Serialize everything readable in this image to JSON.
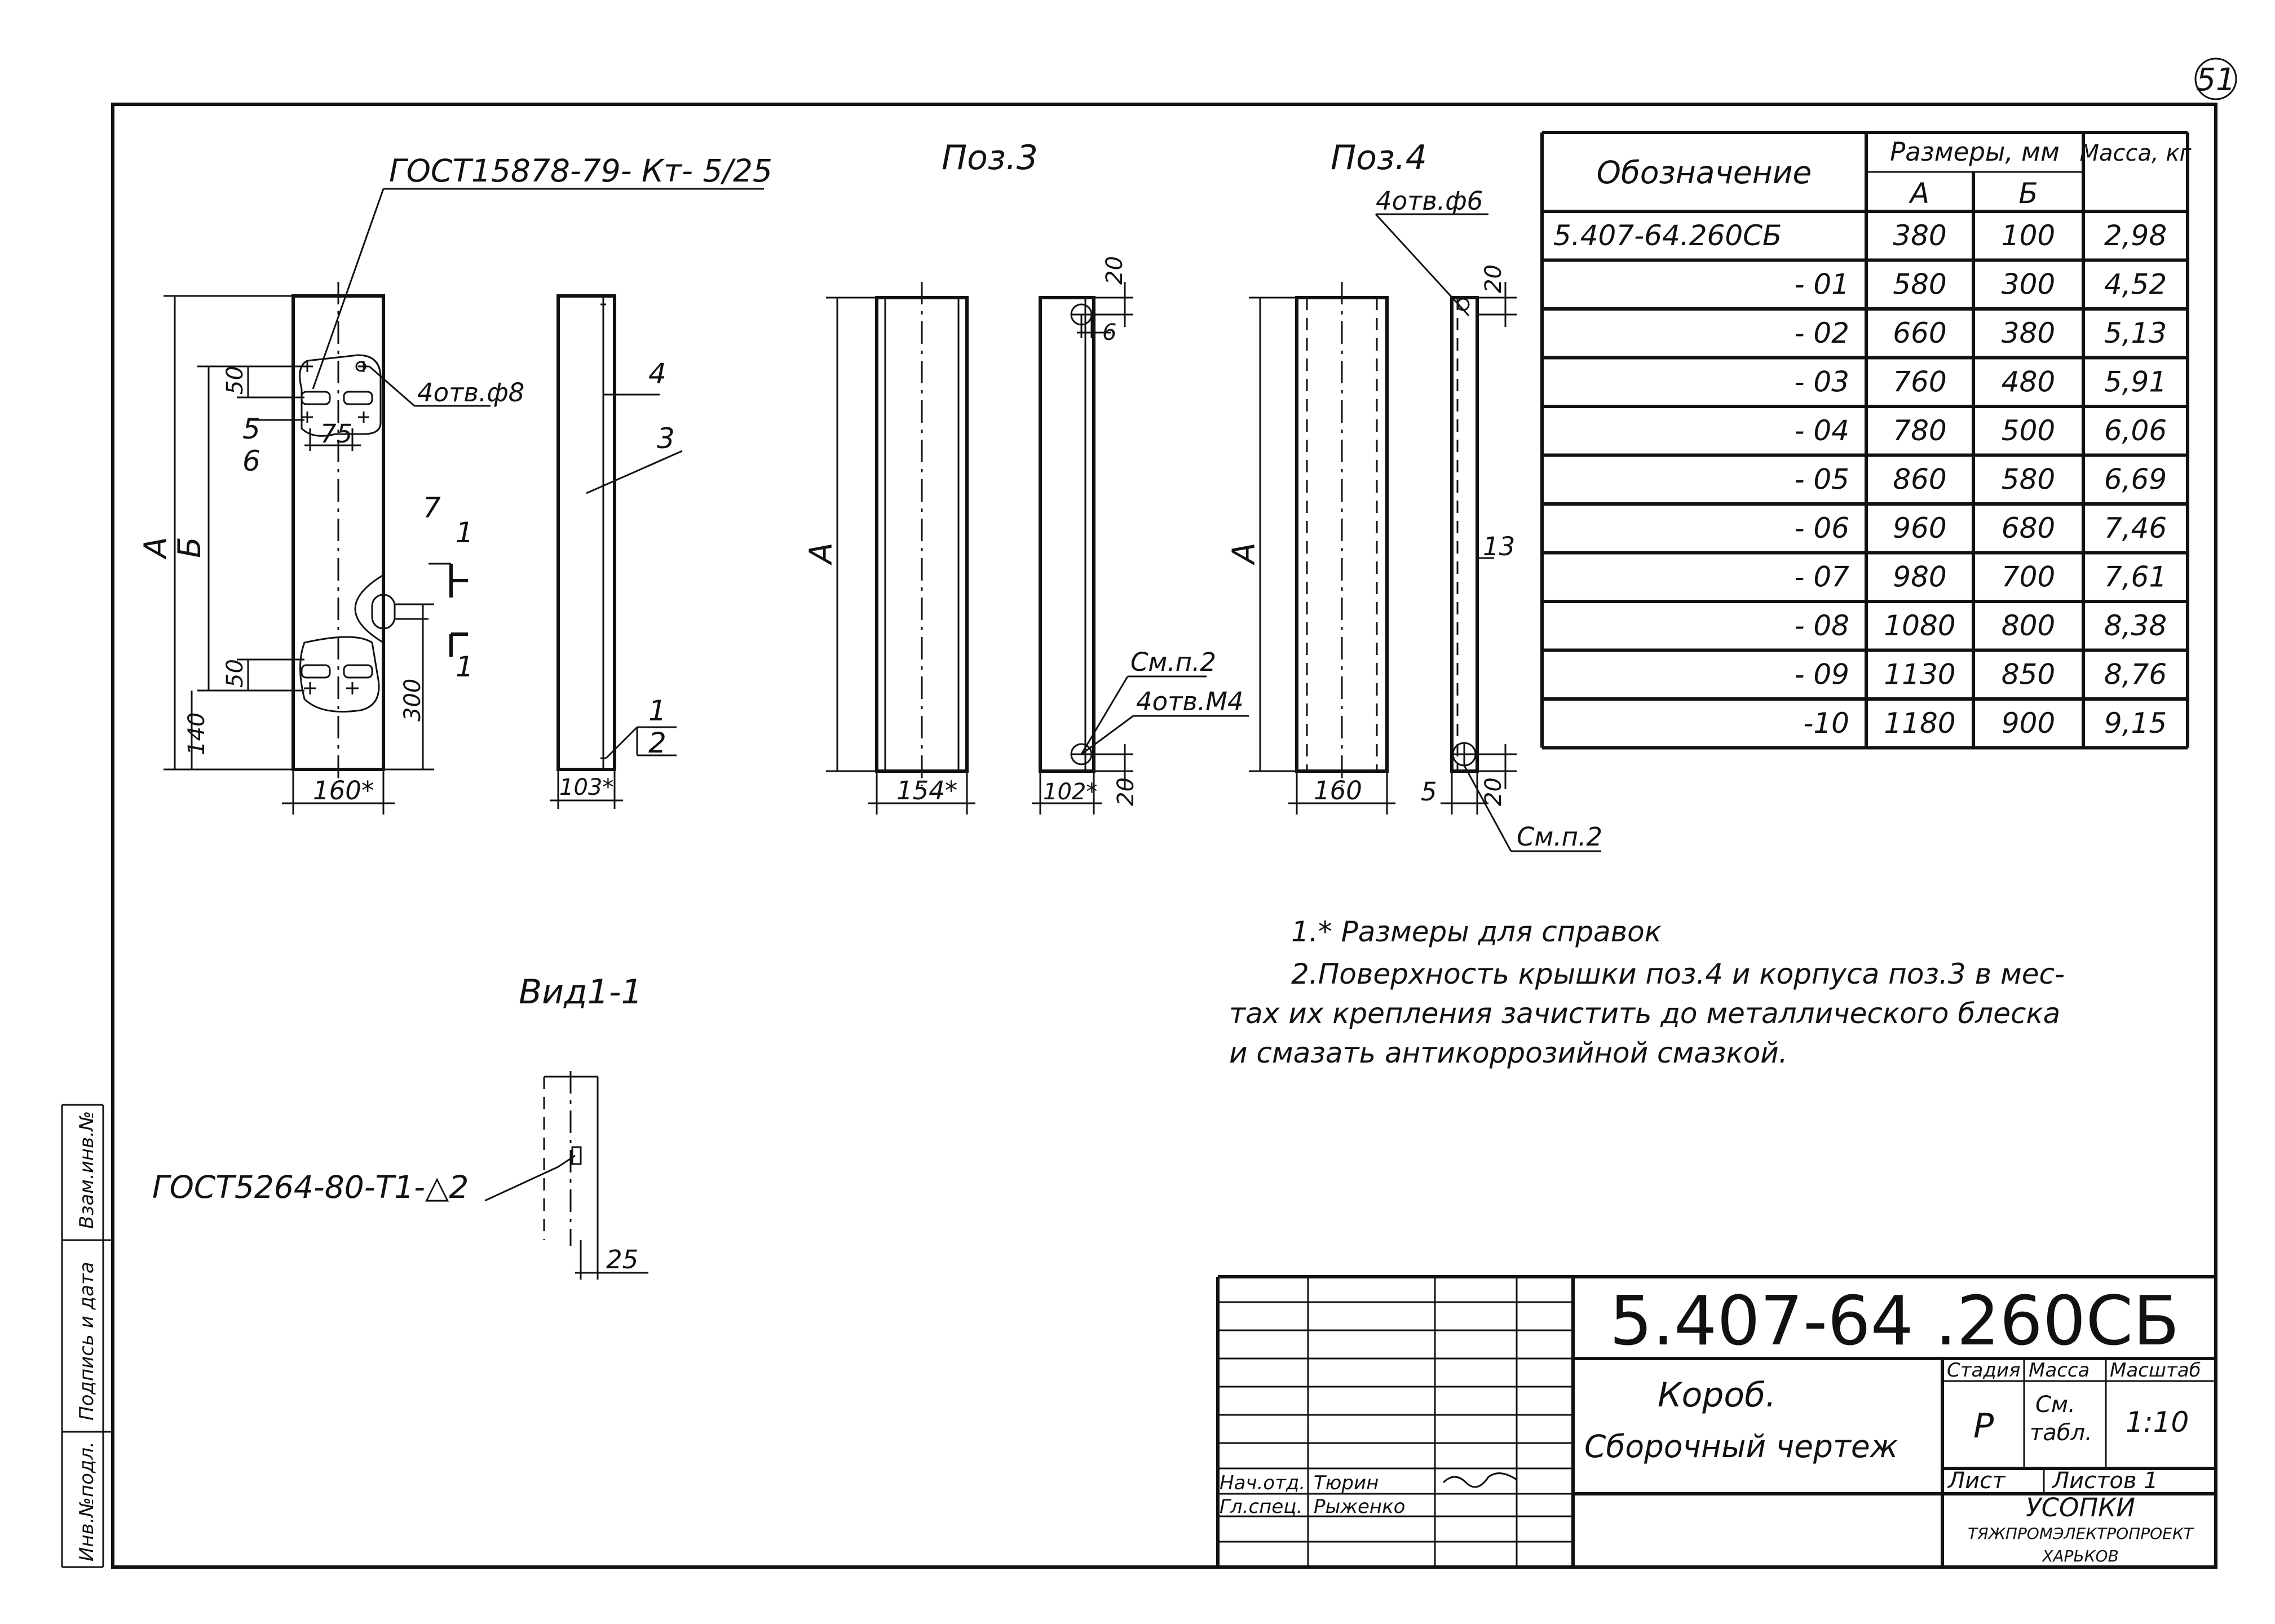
{
  "sheet_number": "51",
  "labels": {
    "gost_top": "ГОСТ15878-79- Кт- 5/25",
    "holes_8": "4отв.ф8",
    "holes_6": "4отв.ф6",
    "holes_m4": "4отв.М4",
    "poz3": "Поз.3",
    "poz4": "Поз.4",
    "see_p2_a": "См.п.2",
    "see_p2_b": "См.п.2",
    "view": "Вид1-1",
    "gost_bottom": "ГОСТ5264-80-Т1-△2"
  },
  "dimensions": {
    "A1": "А",
    "B1": "Б",
    "d50a": "50",
    "d5": "5",
    "d6": "6",
    "d75": "75",
    "d50b": "50",
    "d140": "140",
    "d300": "300",
    "d160s": "160*",
    "d103": "103*",
    "pos4": "4",
    "pos3": "3",
    "pos1": "1",
    "pos2": "2",
    "pos7": "7",
    "s1a": "1",
    "s1b": "1",
    "A2": "А",
    "d154": "154*",
    "d20a": "20",
    "d6b": "6",
    "d102": "102*",
    "d20b": "20",
    "A3": "А",
    "d160": "160",
    "d20c": "20",
    "d13": "13",
    "d5b": "5",
    "d20d": "20",
    "d25": "25"
  },
  "table": {
    "header_designation": "Обозначение",
    "header_sizes": "Размеры, мм",
    "header_mass": "Масса, кг",
    "header_a": "А",
    "header_b": "Б",
    "rows": [
      {
        "designation": "5.407-64.260СБ",
        "a": "380",
        "b": "100",
        "mass": "2,98"
      },
      {
        "designation": "- 01",
        "a": "580",
        "b": "300",
        "mass": "4,52"
      },
      {
        "designation": "- 02",
        "a": "660",
        "b": "380",
        "mass": "5,13"
      },
      {
        "designation": "- 03",
        "a": "760",
        "b": "480",
        "mass": "5,91"
      },
      {
        "designation": "- 04",
        "a": "780",
        "b": "500",
        "mass": "6,06"
      },
      {
        "designation": "- 05",
        "a": "860",
        "b": "580",
        "mass": "6,69"
      },
      {
        "designation": "- 06",
        "a": "960",
        "b": "680",
        "mass": "7,46"
      },
      {
        "designation": "- 07",
        "a": "980",
        "b": "700",
        "mass": "7,61"
      },
      {
        "designation": "- 08",
        "a": "1080",
        "b": "800",
        "mass": "8,38"
      },
      {
        "designation": "- 09",
        "a": "1130",
        "b": "850",
        "mass": "8,76"
      },
      {
        "designation": "-10",
        "a": "1180",
        "b": "900",
        "mass": "9,15"
      }
    ]
  },
  "notes": {
    "line1": "1.* Размеры для справок",
    "line2": "2.Поверхность крышки поз.4 и корпуса поз.3 в мес-",
    "line3": "тах их крепления зачистить до металлического блеска",
    "line4": "и смазать антикоррозийной смазкой."
  },
  "title_block": {
    "code": "5.407-64 .260СБ",
    "name": "Короб.",
    "subtitle": "Сборочный чертеж",
    "h_stage": "Стадия",
    "h_mass": "Масса",
    "h_scale": "Масштаб",
    "stage": "Р",
    "mass_line1": "См.",
    "mass_line2": "табл.",
    "scale": "1:10",
    "sheet": "Лист",
    "sheets": "Листов 1",
    "org1": "УСОПКИ",
    "org2": "ТЯЖПРОМЭЛЕКТРОПРОЕКТ",
    "org3": "ХАРЬКОВ",
    "sig1_role": "Нач.отд.",
    "sig1_name": "Тюрин",
    "sig2_role": "Гл.спец.",
    "sig2_name": "Рыженко"
  },
  "side_stamp": {
    "s1": "Взам.инв.№",
    "s2": "Подпись и дата",
    "s3": "Инв.№подл."
  }
}
